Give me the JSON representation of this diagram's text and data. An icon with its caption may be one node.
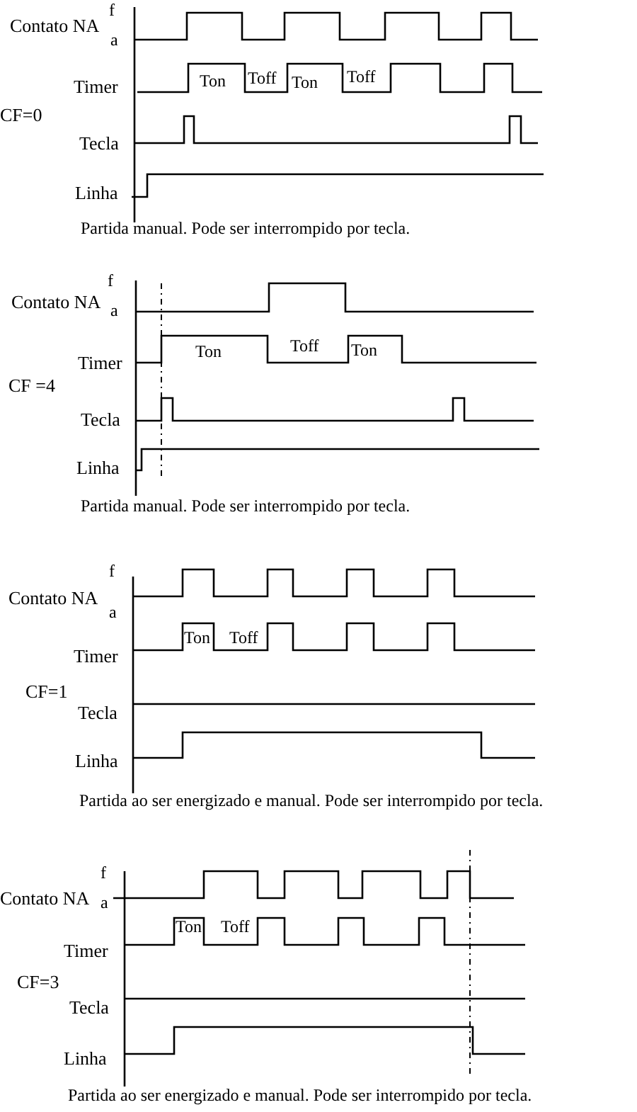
{
  "diagram": {
    "labels": [
      "Contato NA",
      "f",
      "a",
      "Timer",
      "Ton",
      "Toff",
      "Ton",
      "Toff",
      "CF=0",
      "Tecla",
      "Linha",
      "Partida manual. Pode ser interrompido por tecla.",
      "Contato NA",
      "f",
      "a",
      "Timer",
      "Ton",
      "Toff",
      "Ton",
      "CF =4",
      "Tecla",
      "Linha",
      "Partida manual. Pode ser interrompido por tecla.",
      "Contato NA",
      "f",
      "a",
      "Timer",
      "Ton",
      "Toff",
      "CF=1",
      "Tecla",
      "Linha",
      "Partida ao ser energizado e manual. Pode ser interrompido por tecla.",
      "Contato NA",
      "f",
      "a",
      "Timer",
      "Ton",
      "Toff",
      "CF=3",
      "Tecla",
      "Linha",
      "Partida ao ser energizado e manual. Pode ser interrompido por tecla."
    ]
  }
}
